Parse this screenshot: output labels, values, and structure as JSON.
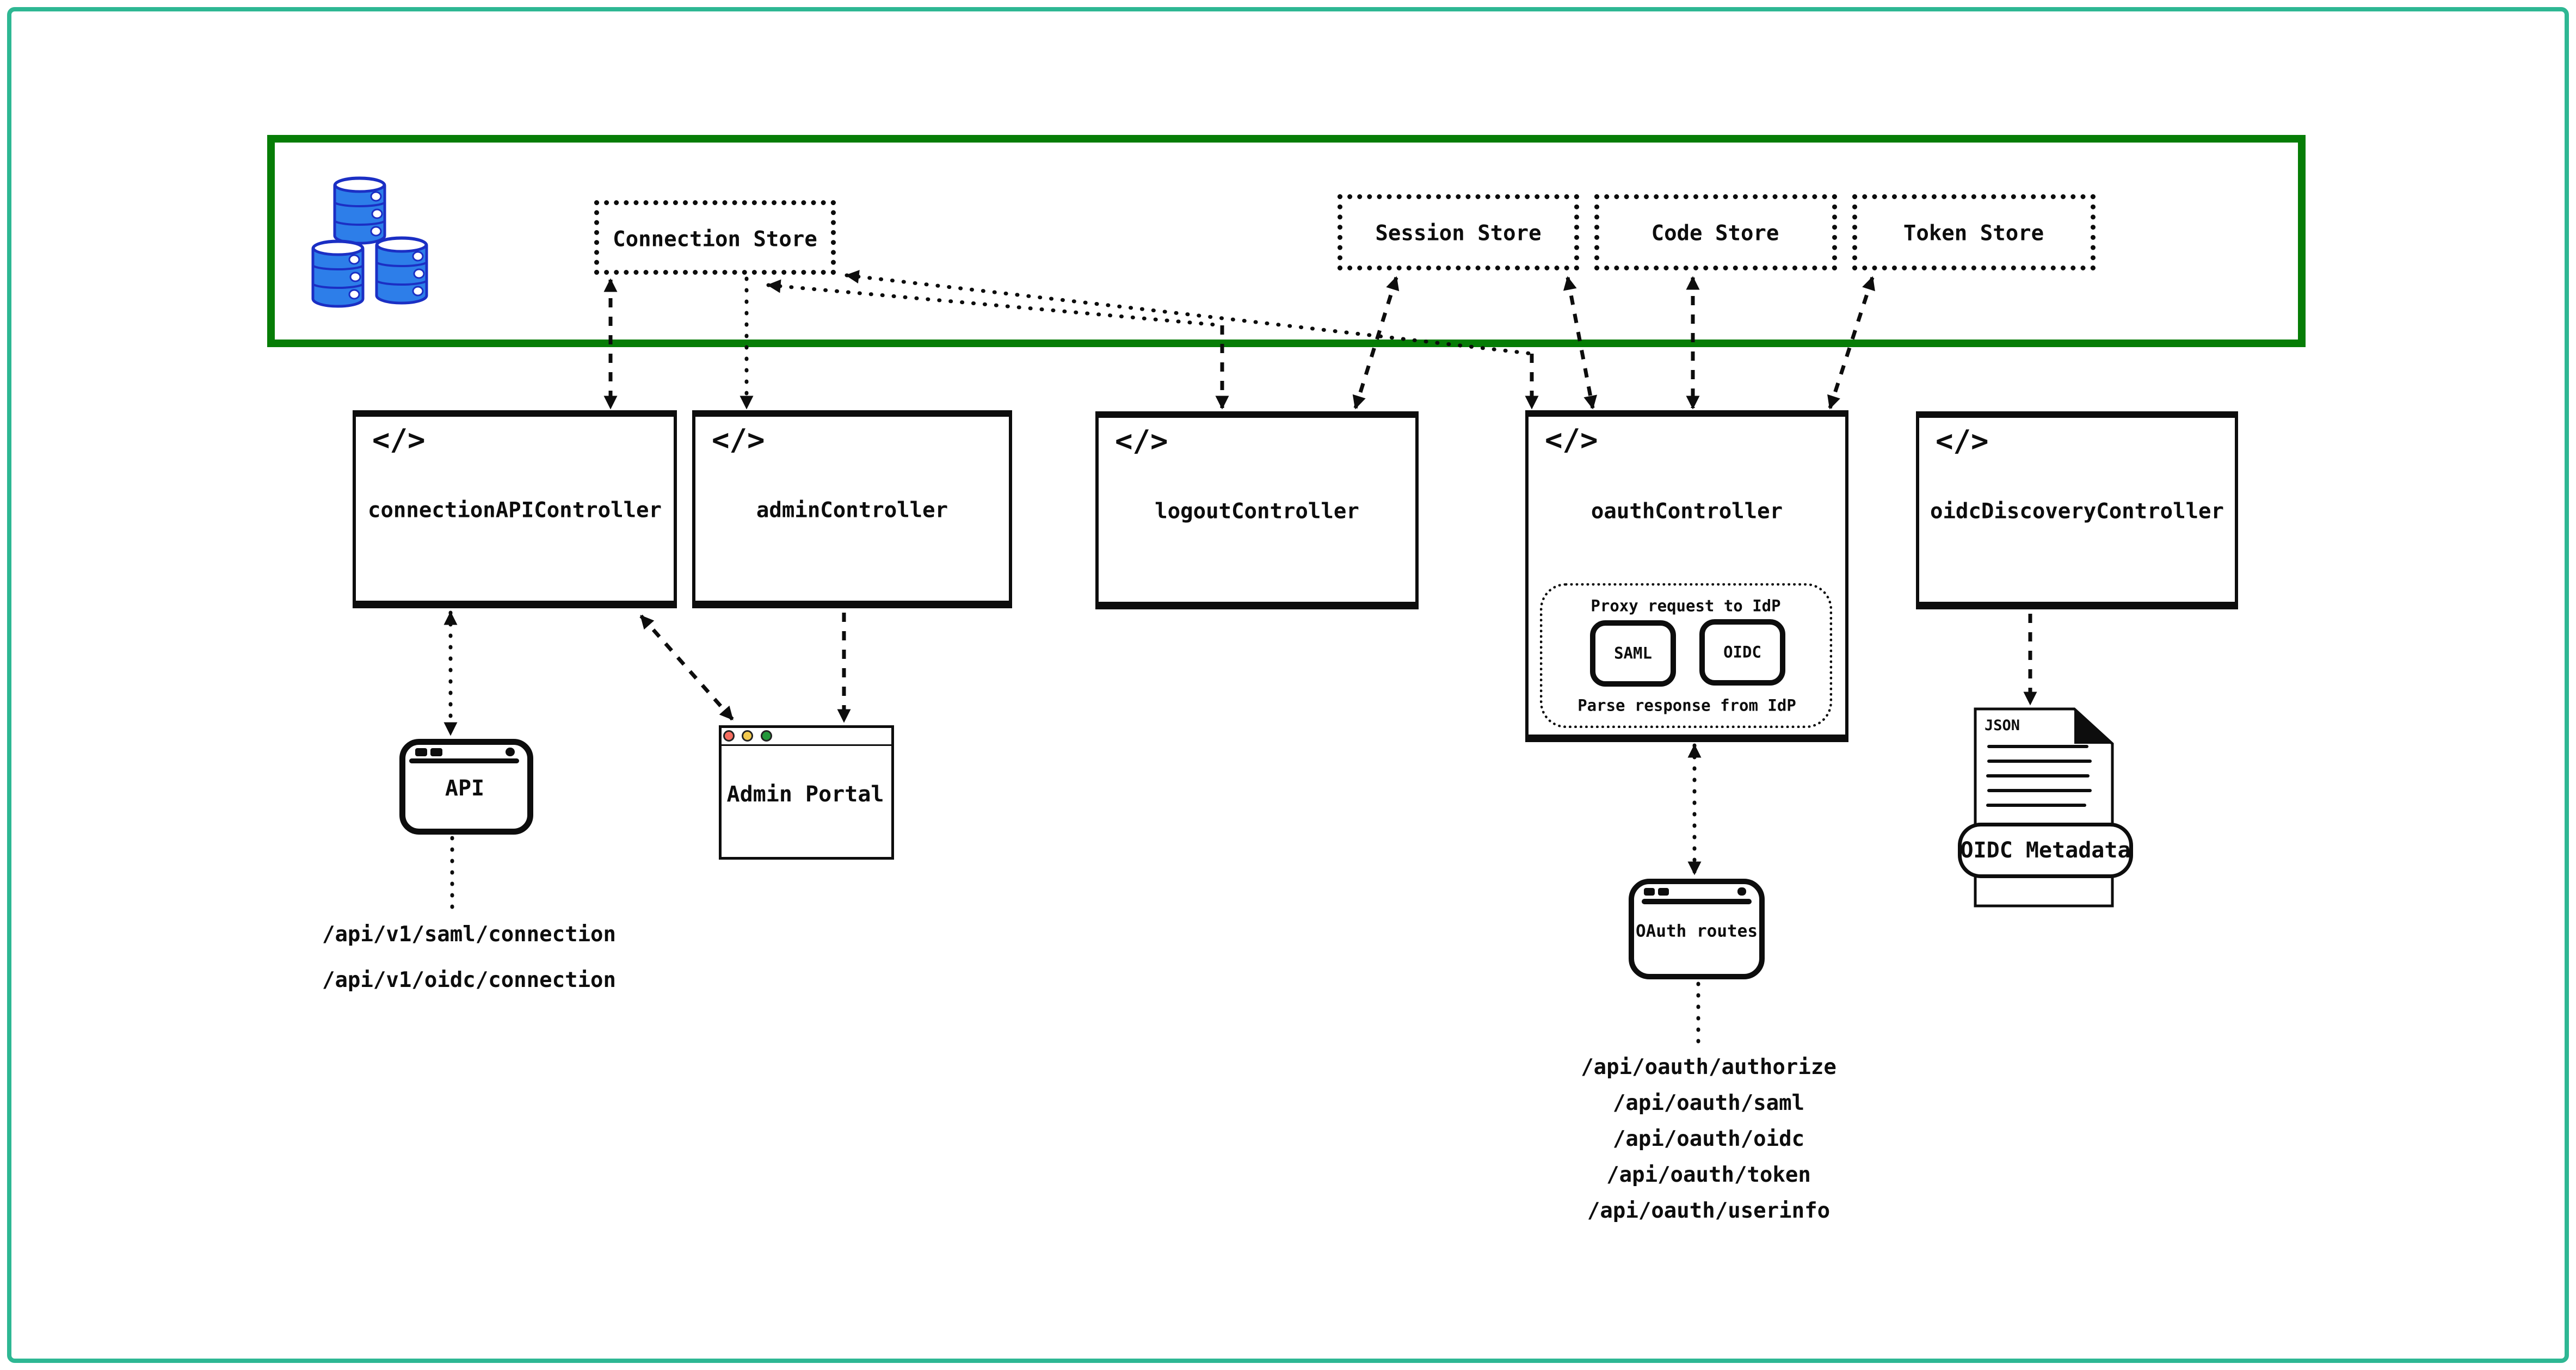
{
  "colors": {
    "frame": "#2eb793",
    "data_zone_border": "#067d06",
    "database_fill": "#2d7ee9",
    "database_stroke": "#1b2fc4",
    "traffic_red": "#f76d60",
    "traffic_yellow": "#f3c94e",
    "traffic_green": "#23983a",
    "ink": "#0d0d0d"
  },
  "icons": {
    "code": "</>"
  },
  "data_zone": {
    "stores": [
      {
        "label": "Connection Store"
      },
      {
        "label": "Session Store"
      },
      {
        "label": "Code Store"
      },
      {
        "label": "Token Store"
      }
    ]
  },
  "controllers": [
    {
      "label": "connectionAPIController"
    },
    {
      "label": "adminController"
    },
    {
      "label": "logoutController"
    },
    {
      "label": "oauthController"
    },
    {
      "label": "oidcDiscoveryController"
    }
  ],
  "oauth_flow": {
    "proxy": "Proxy request to IdP",
    "saml": "SAML",
    "oidc": "OIDC",
    "parse": "Parse response from IdP"
  },
  "windows": {
    "api": "API",
    "admin_portal": "Admin Portal",
    "oauth_routes": "OAuth routes"
  },
  "json_document": {
    "badge": "JSON",
    "label": "OIDC Metadata"
  },
  "api_endpoints": [
    "/api/v1/saml/connection",
    "/api/v1/oidc/connection"
  ],
  "oauth_endpoints": [
    "/api/oauth/authorize",
    "/api/oauth/saml",
    "/api/oauth/oidc",
    "/api/oauth/token",
    "/api/oauth/userinfo"
  ]
}
